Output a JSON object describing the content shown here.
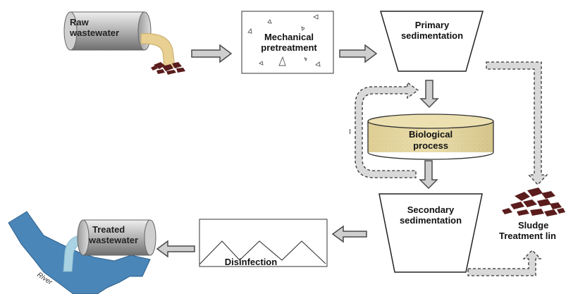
{
  "labels": {
    "raw_wastewater_1": "Raw",
    "raw_wastewater_2": "wastewater",
    "mechanical_1": "Mechanical",
    "mechanical_2": "pretreatment",
    "primary_1": "Primary",
    "primary_2": "sedimentation",
    "biological_1": "Biological",
    "biological_2": "process",
    "secondary_1": "Secondary",
    "secondary_2": "sedimentation",
    "disinfection": "Disinfection",
    "treated_1": "Treated",
    "treated_2": "wastewater",
    "sludge_1": "Sludge",
    "sludge_2": "Treatment lin",
    "river": "River"
  },
  "colors": {
    "river": "#4a86b8",
    "biological_fill": "#e4d6a0",
    "sludge": "#5a1c1c",
    "raw_stream": "#e8cf92",
    "treated_stream": "#a9d3e3",
    "arrow_fill": "#cfcfcf",
    "arrow_stroke": "#4a4a4a"
  }
}
